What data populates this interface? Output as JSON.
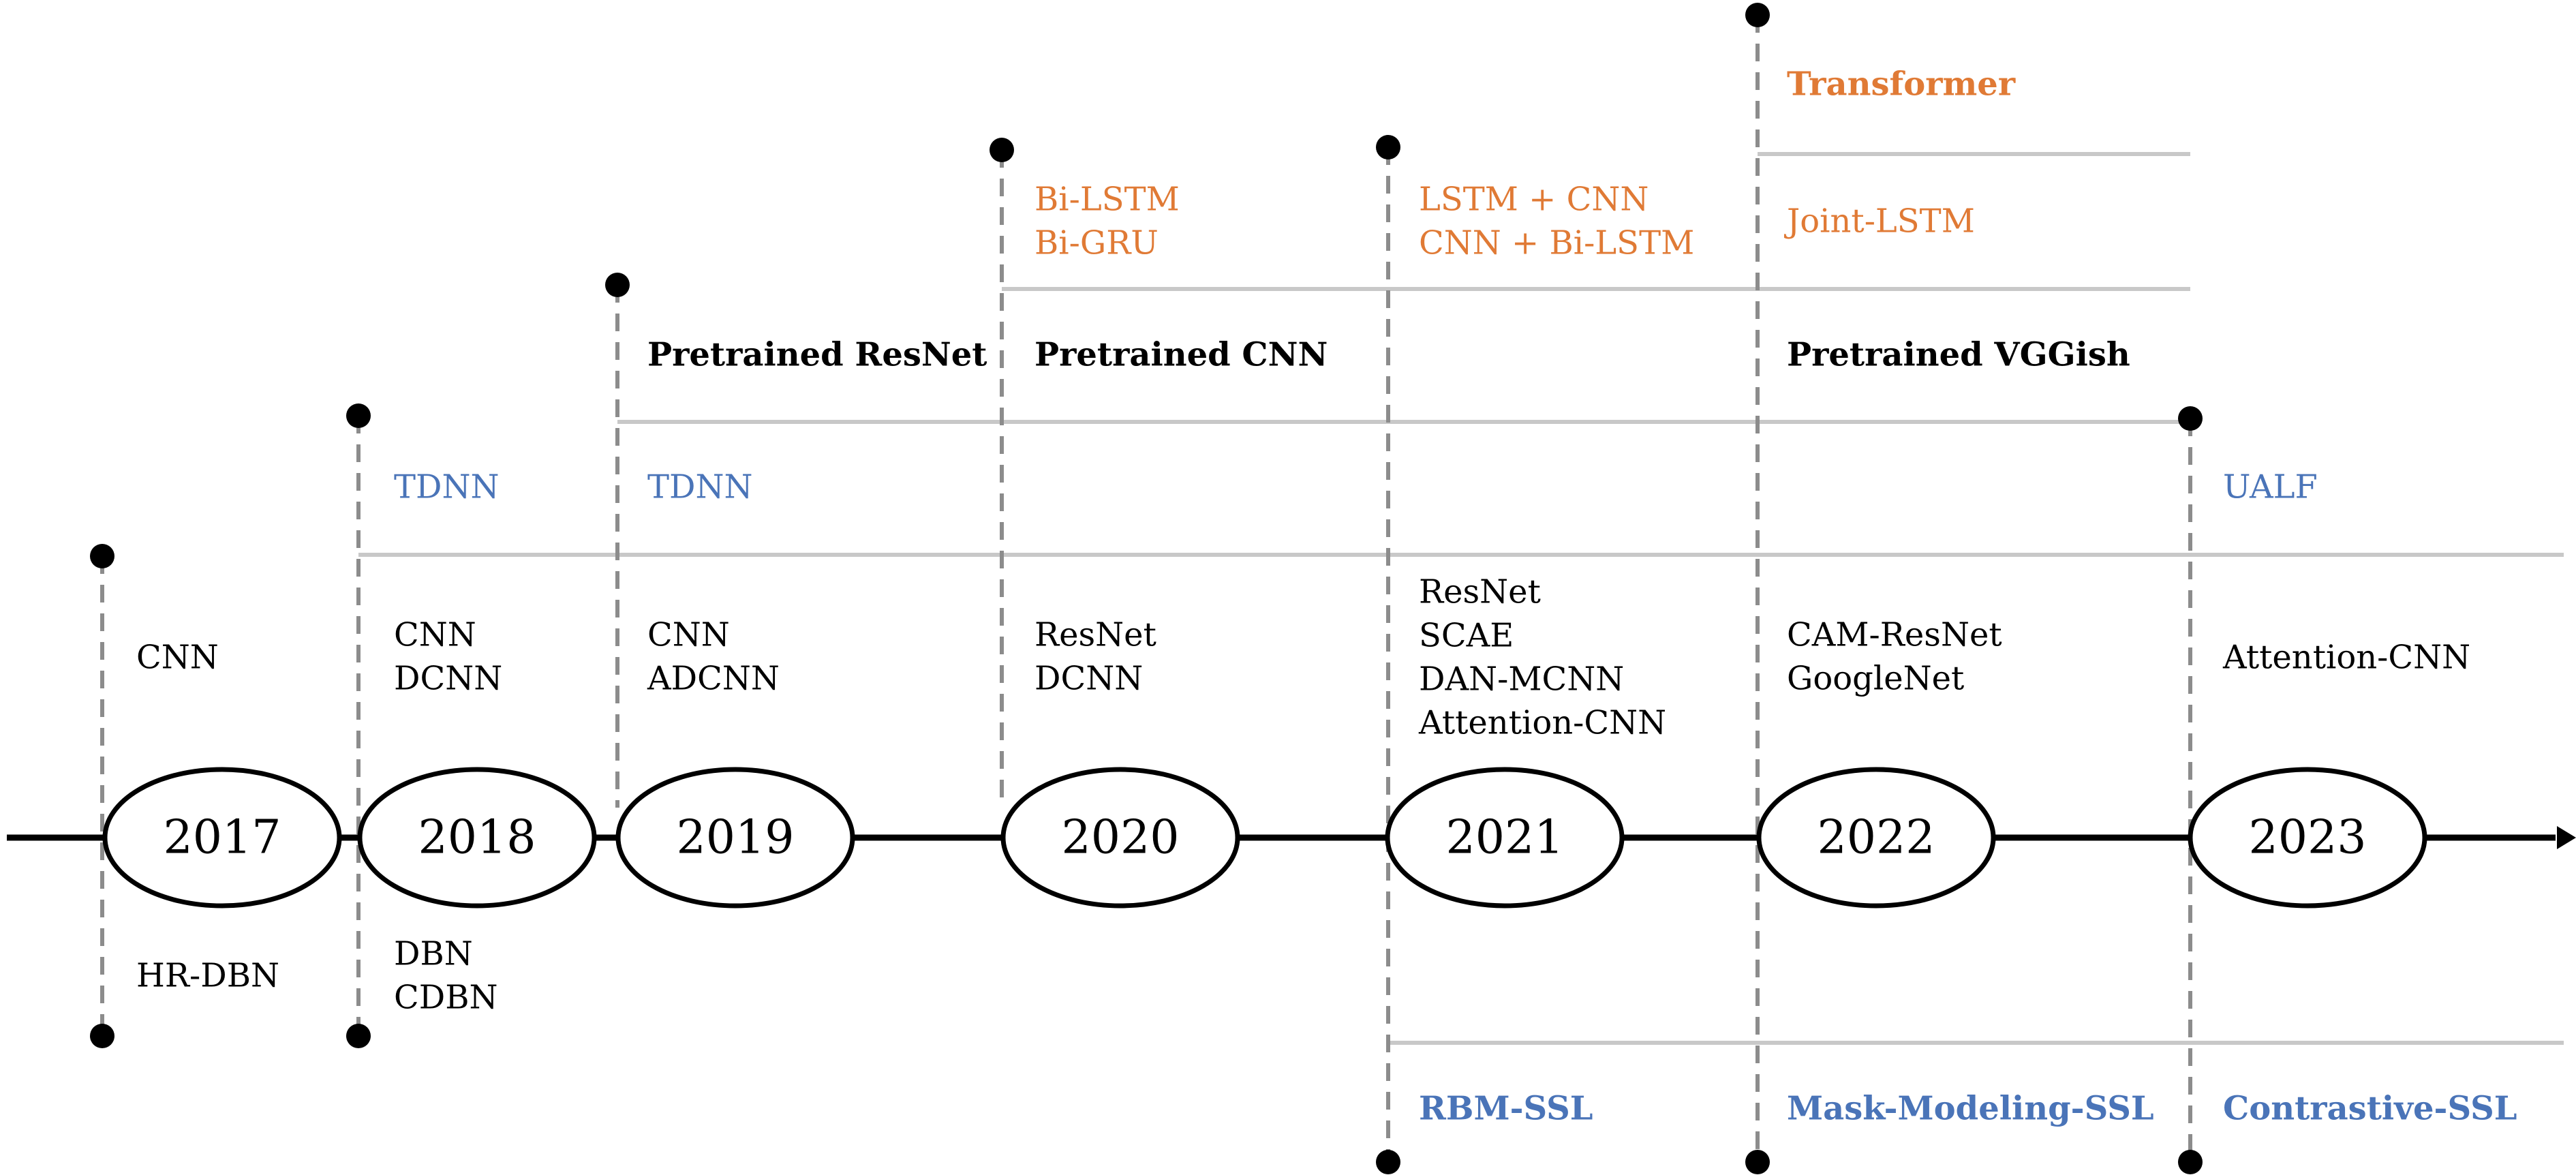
{
  "colors": {
    "black": "#000000",
    "orange": "#e07a35",
    "blue": "#4a74b8",
    "gray_line": "#c8c8c8",
    "dash": "#8c8c8c"
  },
  "years": [
    "2017",
    "2018",
    "2019",
    "2020",
    "2021",
    "2022",
    "2023"
  ],
  "groups": {
    "2017_above": [
      "CNN"
    ],
    "2017_below": [
      "HR-DBN"
    ],
    "2018_cnn": [
      "CNN",
      "DCNN"
    ],
    "2018_tdnn": [
      "TDNN"
    ],
    "2018_below": [
      "DBN",
      "CDBN"
    ],
    "2019_cnn": [
      "CNN",
      "ADCNN"
    ],
    "2019_tdnn": [
      "TDNN"
    ],
    "2019_pretrained": [
      "Pretrained ResNet"
    ],
    "2020_cnn": [
      "ResNet",
      "DCNN"
    ],
    "2020_pretrained": [
      "Pretrained CNN"
    ],
    "2020_rnn": [
      "Bi-LSTM",
      "Bi-GRU"
    ],
    "2021_cnn": [
      "ResNet",
      "SCAE",
      "DAN-MCNN",
      "Attention-CNN"
    ],
    "2021_rnn": [
      "LSTM + CNN",
      "CNN + Bi-LSTM"
    ],
    "2021_ssl": [
      "RBM-SSL"
    ],
    "2022_cnn": [
      "CAM-ResNet",
      "GoogleNet"
    ],
    "2022_pretrained": [
      "Pretrained VGGish"
    ],
    "2022_rnn": [
      "Joint-LSTM"
    ],
    "2022_transformer": [
      "Transformer"
    ],
    "2022_ssl": [
      "Mask-Modeling-SSL"
    ],
    "2023_cnn": [
      "Attention-CNN"
    ],
    "2023_tdnn": [
      "UALF"
    ],
    "2023_ssl": [
      "Contrastive-SSL"
    ]
  }
}
